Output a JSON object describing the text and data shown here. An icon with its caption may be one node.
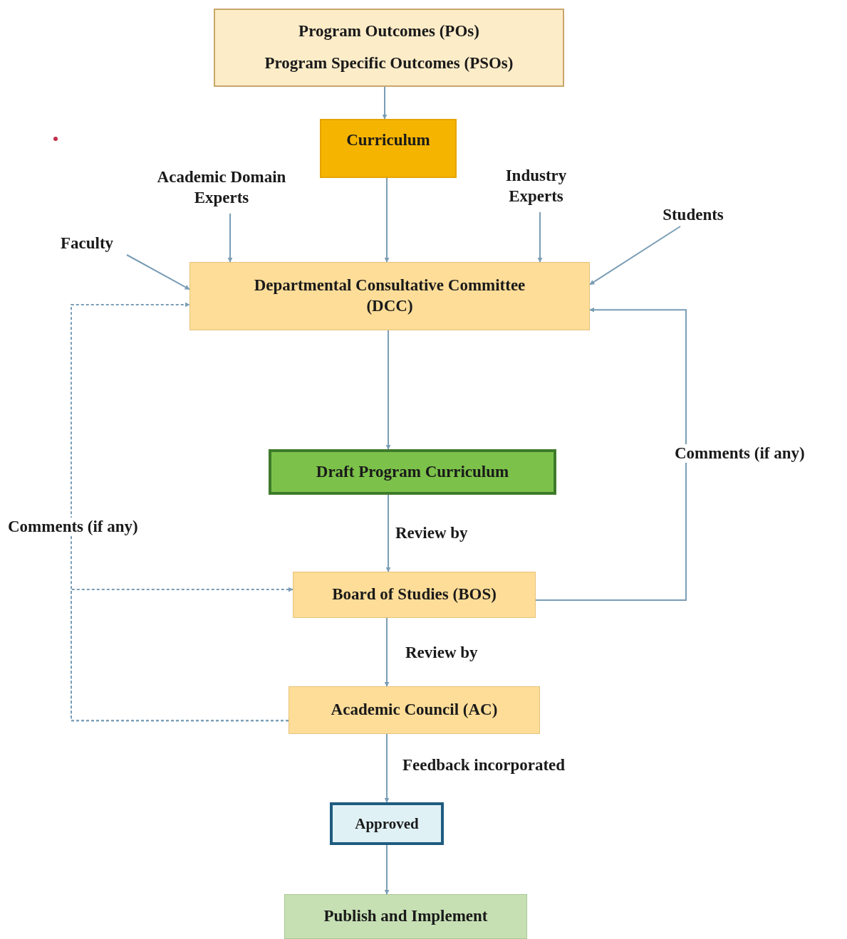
{
  "diagram": {
    "nodes": [
      {
        "text": [
          "Program Outcomes (POs)",
          "Program Specific Outcomes (PSOs)"
        ]
      },
      {
        "text": [
          "Curriculum"
        ]
      },
      {
        "text": [
          "Academic Domain Experts"
        ]
      },
      {
        "text": [
          "Industry Experts"
        ]
      },
      {
        "text": [
          "Students"
        ]
      },
      {
        "text": [
          "Faculty"
        ]
      },
      {
        "text": [
          "Departmental Consultative Committee (DCC)"
        ]
      },
      {
        "text": [
          "Draft Program Curriculum"
        ]
      },
      {
        "text": [
          "Board of Studies (BOS)"
        ]
      },
      {
        "text": [
          "Academic Council (AC)"
        ]
      },
      {
        "text": [
          "Approved"
        ]
      },
      {
        "text": [
          "Publish and Implement"
        ]
      }
    ],
    "edges": [
      {
        "from": 0,
        "to": 1,
        "arrow": "to"
      },
      {
        "from": 1,
        "to": 6,
        "arrow": "to"
      },
      {
        "from": 2,
        "to": 6,
        "arrow": "to"
      },
      {
        "from": 3,
        "to": 6,
        "arrow": "to"
      },
      {
        "from": 4,
        "to": 6,
        "arrow": "to"
      },
      {
        "from": 5,
        "to": 6,
        "arrow": "to"
      },
      {
        "from": 6,
        "to": 7,
        "arrow": "to"
      },
      {
        "from": 7,
        "to": 8,
        "arrow": "to",
        "label": "Review by"
      },
      {
        "from": 8,
        "to": 9,
        "arrow": "to",
        "label": "Review by"
      },
      {
        "from": 8,
        "to": 6,
        "arrow": "to",
        "label": "Comments (if any)"
      },
      {
        "from": 9,
        "to": 6,
        "arrow": "to",
        "style": "dashed",
        "label": "Comments (if any)"
      },
      {
        "from": 9,
        "to": 8,
        "arrow": "to",
        "style": "dashed"
      },
      {
        "from": 9,
        "to": 10,
        "arrow": "to",
        "label": "Feedback incorporated"
      },
      {
        "from": 10,
        "to": 11,
        "arrow": "to"
      }
    ]
  }
}
